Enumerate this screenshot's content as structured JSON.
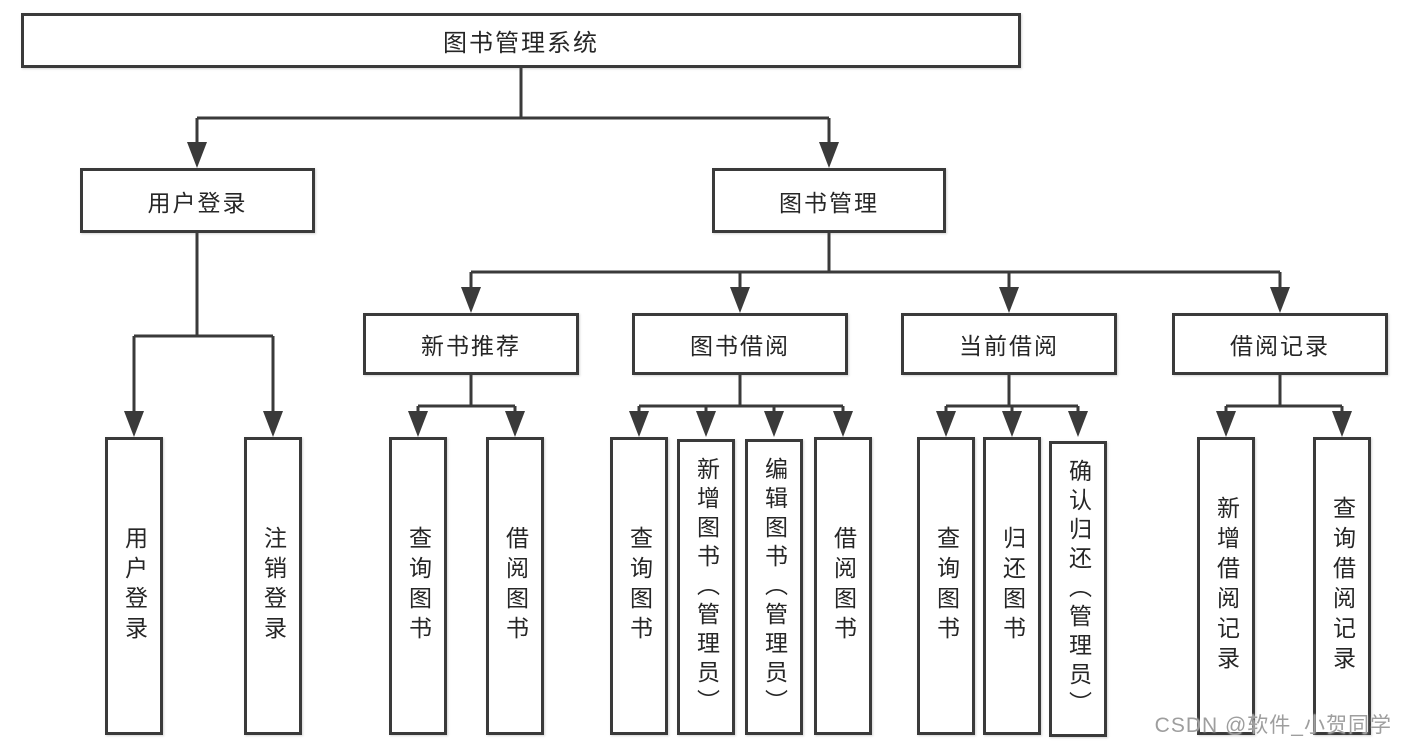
{
  "colors": {
    "line": "#3a3a3a",
    "text": "#262626",
    "watermark": "#9e9e9e",
    "background": "#ffffff"
  },
  "watermark": "CSDN @软件_小贺同学",
  "tree": {
    "root": "图书管理系统",
    "level2": [
      {
        "label": "用户登录",
        "children": [
          "用户登录",
          "注销登录"
        ]
      },
      {
        "label": "图书管理",
        "children": [
          {
            "label": "新书推荐",
            "children": [
              "查询图书",
              "借阅图书"
            ]
          },
          {
            "label": "图书借阅",
            "children": [
              "查询图书",
              "新增图书（管理员）",
              "编辑图书（管理员）",
              "借阅图书"
            ]
          },
          {
            "label": "当前借阅",
            "children": [
              "查询图书",
              "归还图书",
              "确认归还（管理员）"
            ]
          },
          {
            "label": "借阅记录",
            "children": [
              "新增借阅记录",
              "查询借阅记录"
            ]
          }
        ]
      }
    ]
  }
}
